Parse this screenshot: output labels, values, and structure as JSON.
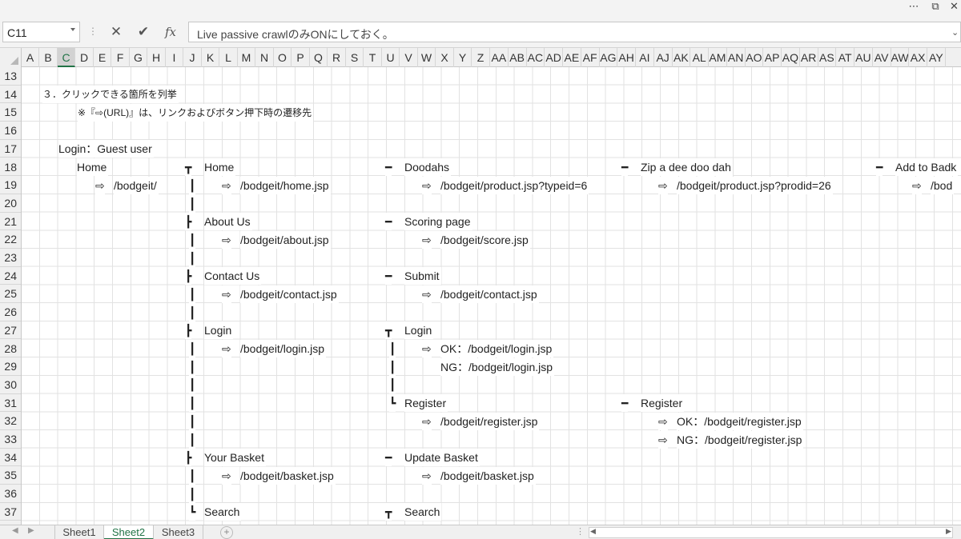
{
  "titlebar": {
    "more_icon": "⋯",
    "restore_icon": "⧉",
    "close_icon": "✕"
  },
  "formula_bar": {
    "name_box": "C11",
    "cancel_icon": "✕",
    "enter_icon": "✔",
    "fx_label": "fx",
    "formula": "Live passive crawlのみONにしておく。"
  },
  "columns": [
    "A",
    "B",
    "C",
    "D",
    "E",
    "F",
    "G",
    "H",
    "I",
    "J",
    "K",
    "L",
    "M",
    "N",
    "O",
    "P",
    "Q",
    "R",
    "S",
    "T",
    "U",
    "V",
    "W",
    "X",
    "Y",
    "Z",
    "AA",
    "AB",
    "AC",
    "AD",
    "AE",
    "AF",
    "AG",
    "AH",
    "AI",
    "AJ",
    "AK",
    "AL",
    "AM",
    "AN",
    "AO",
    "AP",
    "AQ",
    "AR",
    "AS",
    "AT",
    "AU",
    "AV",
    "AW",
    "AX",
    "AY"
  ],
  "selected_column": "C",
  "rows": [
    "13",
    "14",
    "15",
    "16",
    "17",
    "18",
    "19",
    "20",
    "21",
    "22",
    "23",
    "24",
    "25",
    "26",
    "27",
    "28",
    "29",
    "30",
    "31",
    "32",
    "33",
    "34",
    "35",
    "36",
    "37"
  ],
  "cells": {
    "heading": "３．クリックできる箇所を列挙",
    "note": "※『⇨(URL)』は、リンクおよびボタン押下時の遷移先",
    "login_guest": "Login：Guest user",
    "home_root": "Home",
    "home_root_url": "/bodgeit/",
    "home": "Home",
    "home_url": "/bodgeit/home.jsp",
    "about": "About Us",
    "about_url": "/bodgeit/about.jsp",
    "contact": "Contact Us",
    "contact_url": "/bodgeit/contact.jsp",
    "login": "Login",
    "login_url": "/bodgeit/login.jsp",
    "basket": "Your Basket",
    "basket_url": "/bodgeit/basket.jsp",
    "search": "Search",
    "doodahs": "Doodahs",
    "doodahs_url": "/bodgeit/product.jsp?typeid=6",
    "scoring": "Scoring page",
    "scoring_url": "/bodgeit/score.jsp",
    "submit": "Submit",
    "submit_url": "/bodgeit/contact.jsp",
    "login2": "Login",
    "login2_ok": "OK：/bodgeit/login.jsp",
    "login2_ng": "NG：/bodgeit/login.jsp",
    "register": "Register",
    "register_url": "/bodgeit/register.jsp",
    "update_basket": "Update Basket",
    "update_basket_url": "/bodgeit/basket.jsp",
    "search2": "Search",
    "zip": "Zip a dee doo dah",
    "zip_url": "/bodgeit/product.jsp?prodid=26",
    "register2": "Register",
    "register2_ok": "OK：/bodgeit/register.jsp",
    "register2_ng": "NG：/bodgeit/register.jsp",
    "add_to_basket": "Add to Badk",
    "add_to_basket_url": "/bod"
  },
  "glyphs": {
    "arrow": "⇨",
    "vline": "┃",
    "tee_down": "┳",
    "tee_right": "┣",
    "corner": "┗",
    "hline": "━"
  },
  "tabs": {
    "prev_icon": "◀",
    "next_icon": "▶",
    "sheets": [
      "Sheet1",
      "Sheet2",
      "Sheet3"
    ],
    "active_sheet": "Sheet2",
    "add_icon": "+",
    "split_icon": "⋮"
  }
}
